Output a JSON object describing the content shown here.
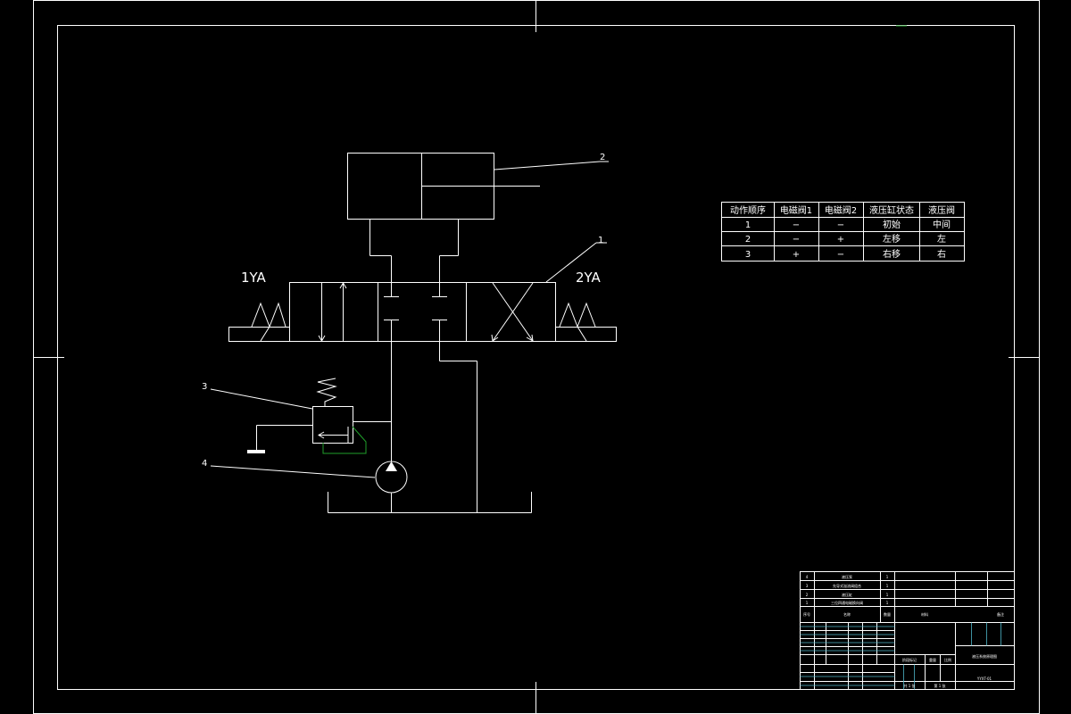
{
  "drawing": {
    "labels": {
      "valve_left_coil": "1YA",
      "valve_right_coil": "2YA",
      "callout_1": "1",
      "callout_2": "2",
      "callout_3": "3",
      "callout_4": "4"
    },
    "action_table": {
      "headers": [
        "动作顺序",
        "电磁阀1",
        "电磁阀2",
        "液压缸状态",
        "液压阀"
      ],
      "rows": [
        [
          "1",
          "−",
          "−",
          "初始",
          "中间"
        ],
        [
          "2",
          "−",
          "+",
          "左移",
          "左"
        ],
        [
          "3",
          "+",
          "−",
          "右移",
          "右"
        ]
      ]
    },
    "title_block": {
      "parts": [
        {
          "no": "4",
          "name": "液压泵",
          "qty": "1"
        },
        {
          "no": "3",
          "name": "先导式溢流阀组合",
          "qty": "1"
        },
        {
          "no": "2",
          "name": "液压缸",
          "qty": "1"
        },
        {
          "no": "1",
          "name": "三位四通电磁换向阀",
          "qty": "1"
        }
      ],
      "header": {
        "no": "序号",
        "name": "名称",
        "qty": "数量",
        "material": "材料",
        "remark": "备注"
      },
      "drawing_title": "液压系统原理图",
      "drawing_no": "YYXT-01",
      "sheet_left": "共 1 张",
      "sheet_right": "第 1 张",
      "stage_label": "阶段标记",
      "weight_label": "重量",
      "scale_label": "比例"
    }
  }
}
